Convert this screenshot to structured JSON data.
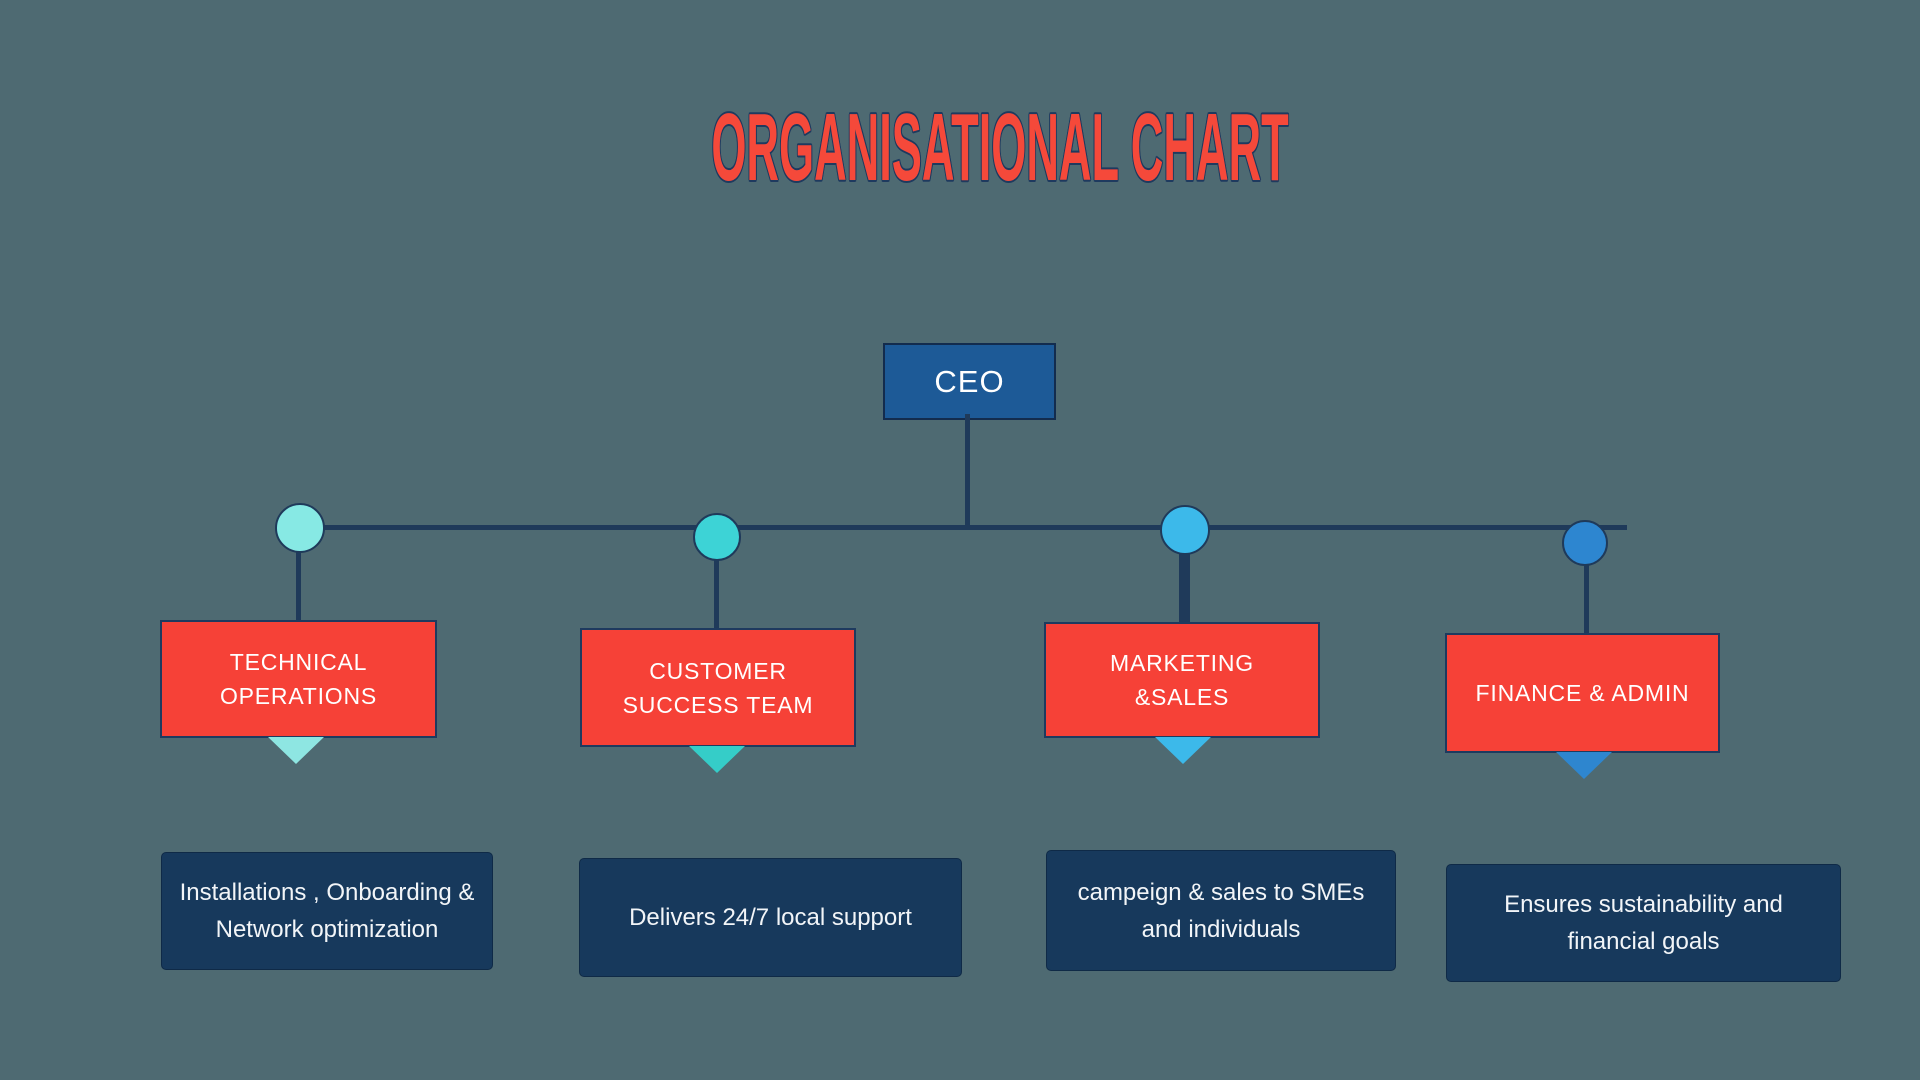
{
  "page": {
    "background": "#4e6a72"
  },
  "title": {
    "text": "ORGANISATIONAL CHART",
    "color": "#f5493a",
    "outline_color": "#1e3a5f"
  },
  "ceo": {
    "label": "CEO",
    "fill": "#1d5a97",
    "border": "#132c4e"
  },
  "connector_color": "#1f3a5a",
  "box_colors": {
    "department_fill": "#f64137",
    "department_border": "#1e3a5f",
    "description_fill": "#17395c",
    "text": "#ffffff"
  },
  "departments": [
    {
      "label_lines": [
        "TECHNICAL",
        "OPERATIONS"
      ],
      "description_lines": [
        "Installations , Onboarding &",
        "Network optimization"
      ],
      "dot_color": "#87e9e4",
      "arrow_color": "#8ee6e2"
    },
    {
      "label_lines": [
        "CUSTOMER",
        "SUCCESS TEAM"
      ],
      "description_lines": [
        "Delivers 24/7 local support",
        ""
      ],
      "dot_color": "#3dd3d6",
      "arrow_color": "#35cdc8"
    },
    {
      "label_lines": [
        "MARKETING",
        "&SALES"
      ],
      "description_lines": [
        "campeign & sales to SMEs",
        "and individuals"
      ],
      "dot_color": "#3cb9ea",
      "arrow_color": "#3cb9ea"
    },
    {
      "label_lines": [
        "FINANCE & ADMIN",
        ""
      ],
      "description_lines": [
        "Ensures sustainability and",
        "financial goals"
      ],
      "dot_color": "#2d86d0",
      "arrow_color": "#2e86cf"
    }
  ]
}
